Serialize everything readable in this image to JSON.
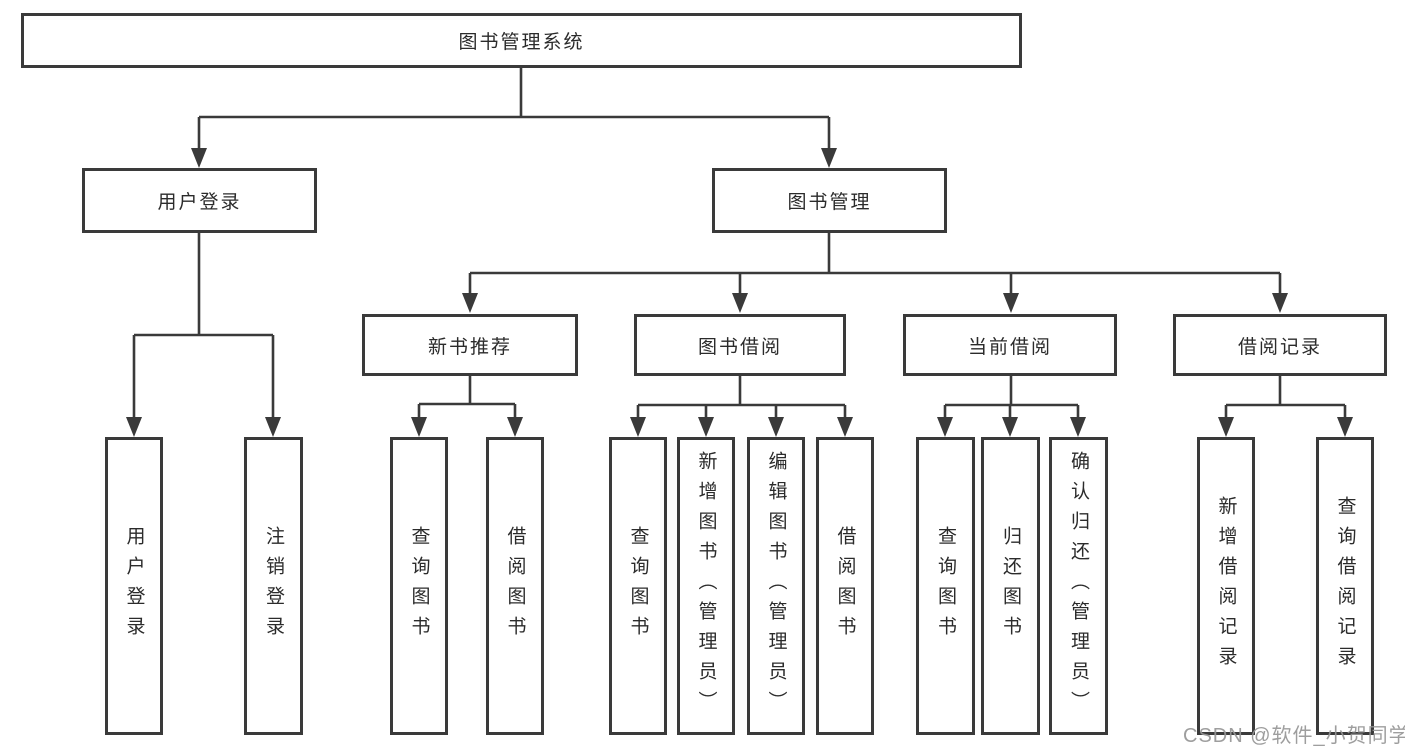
{
  "diagram_title": "图书管理系统",
  "tree": {
    "root": "图书管理系统",
    "level2": [
      {
        "label": "用户登录",
        "children": [
          "用户登录",
          "注销登录"
        ]
      },
      {
        "label": "图书管理",
        "children": [
          {
            "label": "新书推荐",
            "children": [
              "查询图书",
              "借阅图书"
            ]
          },
          {
            "label": "图书借阅",
            "children": [
              "查询图书",
              "新增图书（管理员）",
              "编辑图书（管理员）",
              "借阅图书"
            ]
          },
          {
            "label": "当前借阅",
            "children": [
              "查询图书",
              "归还图书",
              "确认归还（管理员）"
            ]
          },
          {
            "label": "借阅记录",
            "children": [
              "新增借阅记录",
              "查询借阅记录"
            ]
          }
        ]
      }
    ]
  },
  "watermark": "CSDN @软件_小贺同学",
  "colors": {
    "line": "#3a3a3a",
    "box_border": "#3a3a3a",
    "text": "#2b2b2b",
    "watermark": "#969696",
    "background": "#ffffff"
  }
}
